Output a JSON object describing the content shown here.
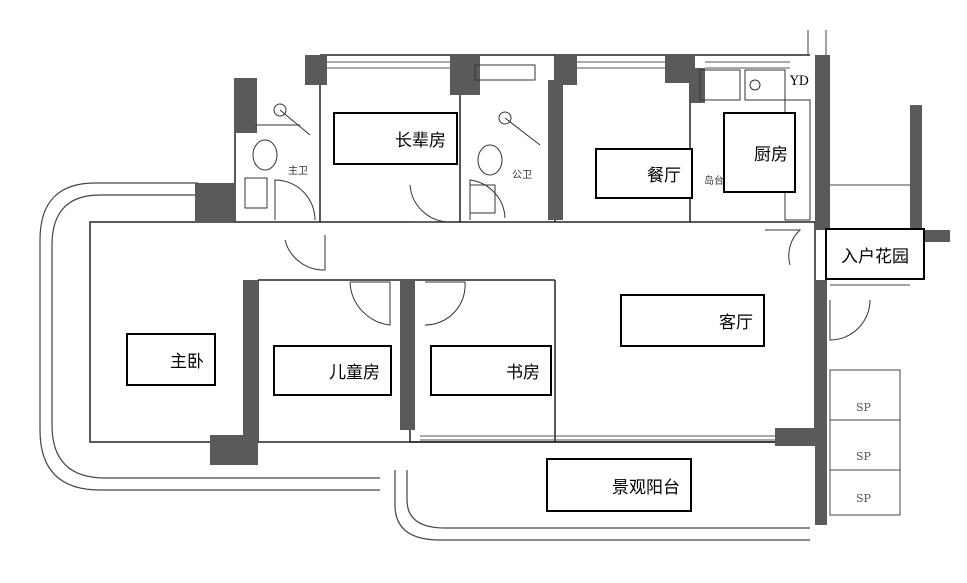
{
  "rooms": {
    "elder_room": "长辈房",
    "dining": "餐厅",
    "kitchen": "厨房",
    "entry_garden": "入户花园",
    "master_bedroom": "主卧",
    "kids_room": "儿童房",
    "study": "书房",
    "living_room": "客厅",
    "balcony": "景观阳台"
  },
  "fixtures": {
    "master_bath": "主卫",
    "public_bath": "公卫",
    "island": "岛台",
    "yd": "YD",
    "sp1": "SP",
    "sp2": "SP",
    "sp3": "SP"
  }
}
